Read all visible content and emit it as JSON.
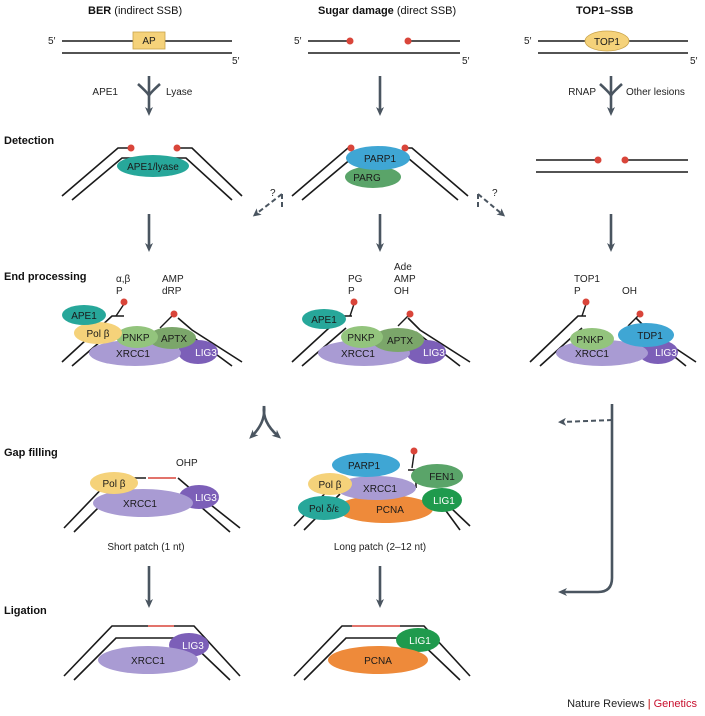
{
  "columns": {
    "ber": {
      "title_bold": "BER",
      "title_rest": " (indirect SSB)"
    },
    "sugar": {
      "title_bold": "Sugar damage",
      "title_rest": " (direct SSB)"
    },
    "top1": {
      "title_bold": "TOP1–SSB",
      "title_rest": ""
    }
  },
  "stages": {
    "detection": "Detection",
    "end_processing": "End processing",
    "gap_filling": "Gap filling",
    "ligation": "Ligation"
  },
  "strand_labels": {
    "five_prime": "5′"
  },
  "top": {
    "ap_box": "AP",
    "top1_lesion": "TOP1",
    "ape1_label": "APE1",
    "lyase_label": "Lyase",
    "rnap_label": "RNAP",
    "other_lesions": "Other lesions"
  },
  "detection": {
    "ape1_lyase": "APE1/lyase",
    "parp1": "PARP1",
    "parg": "PARG",
    "question": "?"
  },
  "end_processing": {
    "ber_ends": {
      "l1": "α,β",
      "l2": "P",
      "r1": "AMP",
      "r2": "dRP"
    },
    "sugar_ends": {
      "l1": "PG",
      "l2": "P",
      "r0": "Ade",
      "r1": "AMP",
      "r2": "OH"
    },
    "top1_ends": {
      "l1": "TOP1",
      "l2": "P",
      "r1": "OH"
    },
    "proteins": {
      "ape1": "APE1",
      "pol_beta": "Pol β",
      "pnkp": "PNKP",
      "aptx": "APTX",
      "xrcc1": "XRCC1",
      "lig3": "LIG3",
      "tdp1": "TDP1"
    }
  },
  "gap_filling": {
    "ohp": "OHP",
    "pol_beta": "Pol β",
    "xrcc1": "XRCC1",
    "lig3": "LIG3",
    "short_patch": "Short patch (1 nt)",
    "parp1": "PARP1",
    "fen1": "FEN1",
    "lig1": "LIG1",
    "pol_delta": "Pol δ/ε",
    "pcna": "PCNA",
    "long_patch": "Long patch (2–12 nt)"
  },
  "ligation": {
    "lig3": "LIG3",
    "xrcc1": "XRCC1",
    "lig1": "LIG1",
    "pcna": "PCNA"
  },
  "footer": {
    "brand": "Nature Reviews",
    "separator": "|",
    "journal": "Genetics"
  },
  "colors": {
    "teal": "#27a79a",
    "parp_blue": "#3fa6d4",
    "green": "#5aa469",
    "yellow": "#f5d27a",
    "lavender": "#a99bd3",
    "purple": "#7c5fb8",
    "pnkp_green": "#93c47d",
    "aptx_green": "#7ba66a",
    "orange": "#ee8a3a",
    "lig1_green": "#1f9a4d",
    "lesion_red": "#d9453a",
    "arrow_gray": "#4a5560"
  }
}
